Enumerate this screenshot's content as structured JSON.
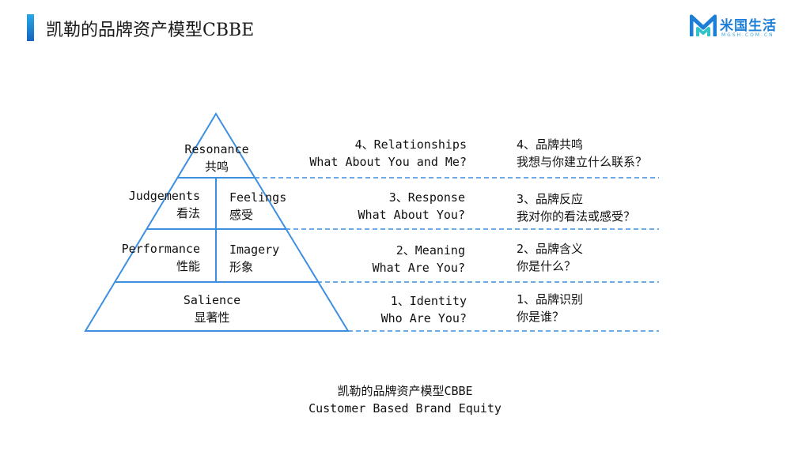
{
  "header": {
    "title": "凯勒的品牌资产模型CBBE",
    "logo_name": "米国生活",
    "logo_sub": "MGSH.COM.CN"
  },
  "colors": {
    "accent": "#3d8fe0",
    "logo": "#1c7ed6"
  },
  "pyramid": {
    "resonance": {
      "en": "Resonance",
      "zh": "共鸣"
    },
    "judgements": {
      "en": "Judgements",
      "zh": "看法"
    },
    "feelings": {
      "en": "Feelings",
      "zh": "感受"
    },
    "performance": {
      "en": "Performance",
      "zh": "性能"
    },
    "imagery": {
      "en": "Imagery",
      "zh": "形象"
    },
    "salience": {
      "en": "Salience",
      "zh": "显著性"
    }
  },
  "steps": [
    {
      "en_title": "4、Relationships",
      "en_question": "What About You and Me?",
      "zh_title": "4、品牌共鸣",
      "zh_question": "我想与你建立什么联系？"
    },
    {
      "en_title": "3、Response",
      "en_question": "What About You?",
      "zh_title": "3、品牌反应",
      "zh_question": "我对你的看法或感受？"
    },
    {
      "en_title": "2、Meaning",
      "en_question": "What Are You?",
      "zh_title": "2、品牌含义",
      "zh_question": "你是什么？"
    },
    {
      "en_title": "1、Identity",
      "en_question": "Who Are You?",
      "zh_title": "1、品牌识别",
      "zh_question": "你是谁？"
    }
  ],
  "caption": {
    "line1": "凯勒的品牌资产模型CBBE",
    "line2": "Customer Based Brand Equity"
  }
}
